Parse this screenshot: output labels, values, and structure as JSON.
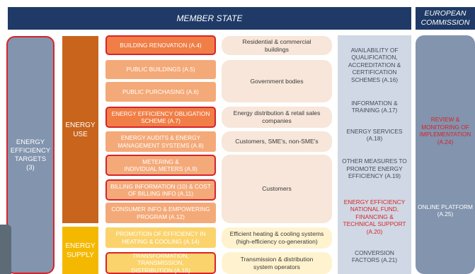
{
  "headers": {
    "member_state": "MEMBER STATE",
    "european_commission": "EUROPEAN\nCOMMISSION"
  },
  "targets": "ENERGY\nEFFICIENCY\nTARGETS\n(3)",
  "categories": {
    "use": "ENERGY\nUSE",
    "supply": "ENERGY\nSUPPLY"
  },
  "items": [
    "BUILDING RENOVATION (A.4)",
    "PUBLIC BUILDINGS (A.5)",
    "PUBLIC PURCHASING (A.6)",
    "ENERGY EFFICIENCY OBLIGATION\nSCHEME (A.7)",
    "ENERGY AUDITS & ENERGY\nMANAGEMENT SYSTEMS (A.8)",
    "METERING &\nINDIVIDUAL METERS (A.9)",
    "BILLING INFORMATION (10) & COST\nOF BILLING INFO (A.11)",
    "CONSUMER INFO & EMPOWERING\nPROGRAM (A.12)",
    "PROMOTION OF EFFICIENCY IN\nHEATING & COOLING (A.14)",
    "TRANSFORMATION, TRANSMISSION,\nDISTRIBUTION (A.15)"
  ],
  "descriptions": [
    "Residential & commercial\nbuildings",
    "Government bodies",
    "Energy distribution & retail sales\ncompanies",
    "Customers, SME's, non-SME's",
    "Customers",
    "Efficient heating & cooling systems\n(high-efficiency co-generation)",
    "Transmission & distribution\nsystem operators"
  ],
  "measures": [
    "AVAILABILITY OF\nQUALIFICATION,\nACCREDITATION &\nCERTIFICATION\nSCHEMES (A.16)",
    "INFORMATION &\nTRAINING (A.17)",
    "ENERGY SERVICES\n(A.18)",
    "OTHER MEASURES TO\nPROMOTE ENERGY\nEFFICIENCY (A.19)",
    "ENERGY EFFICIENCY\nNATIONAL FUND,\nFINANCING &\nTECHNICAL SUPPORT\n(A.20)",
    "CONVERSION\nFACTORS (A.21)"
  ],
  "commission": {
    "review": "REVIEW &\nMONITORING OF\nIMPLEMENTATION\n(A.24)",
    "platform": "ONLINE PLATFORM\n(A.25)"
  },
  "colors": {
    "header": "#1f3a66",
    "blue_column": "#8294ae",
    "energy_use": "#c8641c",
    "energy_supply": "#f5b800",
    "highlight_red": "#d8232a"
  }
}
